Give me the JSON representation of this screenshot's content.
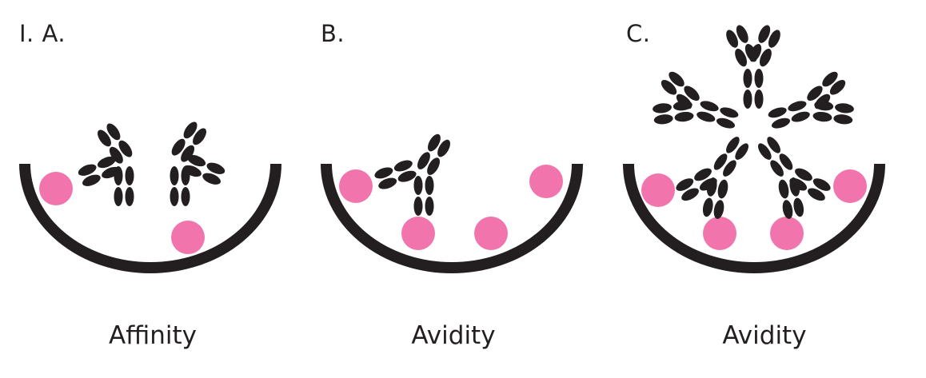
{
  "panels": [
    {
      "label": "I. A.",
      "caption": "Affinity"
    },
    {
      "label": "B.",
      "caption": "Avidity"
    },
    {
      "label": "C.",
      "caption": "Avidity"
    }
  ],
  "colors": {
    "ink": "#231f20",
    "antigen": "#f175ac"
  },
  "elements": {
    "container": "well-cross-section",
    "antigen": "antigen-dot",
    "antibody": "y-shaped-antibody",
    "multimer": "pentameric-antibody"
  }
}
